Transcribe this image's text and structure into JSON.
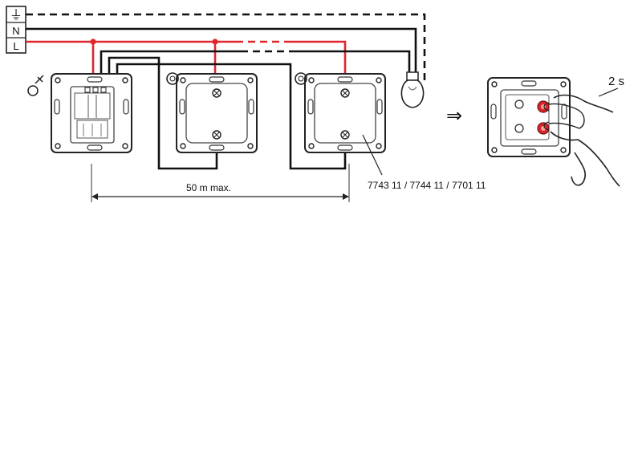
{
  "supply": {
    "earth_label": "⏚",
    "neutral_label": "N",
    "live_label": "L"
  },
  "diagram": {
    "distance_label": "50 m max.",
    "references_label": "7743 11 / 7744 11 / 7701 11",
    "hold_time_label": "2 s",
    "arrow_symbol": "⇒"
  },
  "colors": {
    "live_wire": "#e0262b",
    "wire": "#111111",
    "press_button": "#d9262b"
  },
  "icons": [
    "earth-icon",
    "sensor-symbol-icon",
    "lamp-icon",
    "implies-arrow-icon",
    "hand-icon"
  ]
}
